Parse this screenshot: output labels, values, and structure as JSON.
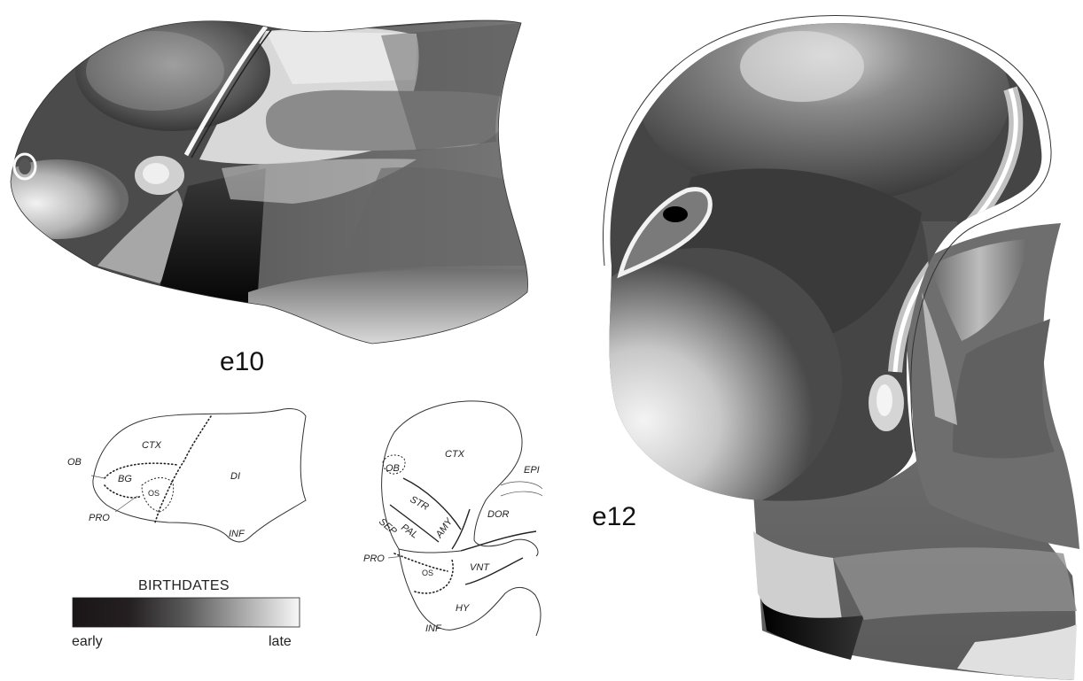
{
  "stages": {
    "e10": "e10",
    "e12": "e12"
  },
  "e10_schematic": {
    "ctx": "CTX",
    "ob": "OB",
    "bg": "BG",
    "di": "DI",
    "os": "OS",
    "pro": "PRO",
    "inf": "INF"
  },
  "e12_schematic": {
    "ctx": "CTX",
    "ob": "OB",
    "epi": "EPI",
    "str": "STR",
    "dor": "DOR",
    "sep": "SEP",
    "pal": "PAL",
    "amy": "AMY",
    "pro": "PRO",
    "os": "OS",
    "vnt": "VNT",
    "hy": "HY",
    "inf": "INF"
  },
  "legend": {
    "title": "BIRTHDATES",
    "early": "early",
    "late": "late",
    "gradient_start": "#1a1517",
    "gradient_end": "#f7f7f7"
  }
}
